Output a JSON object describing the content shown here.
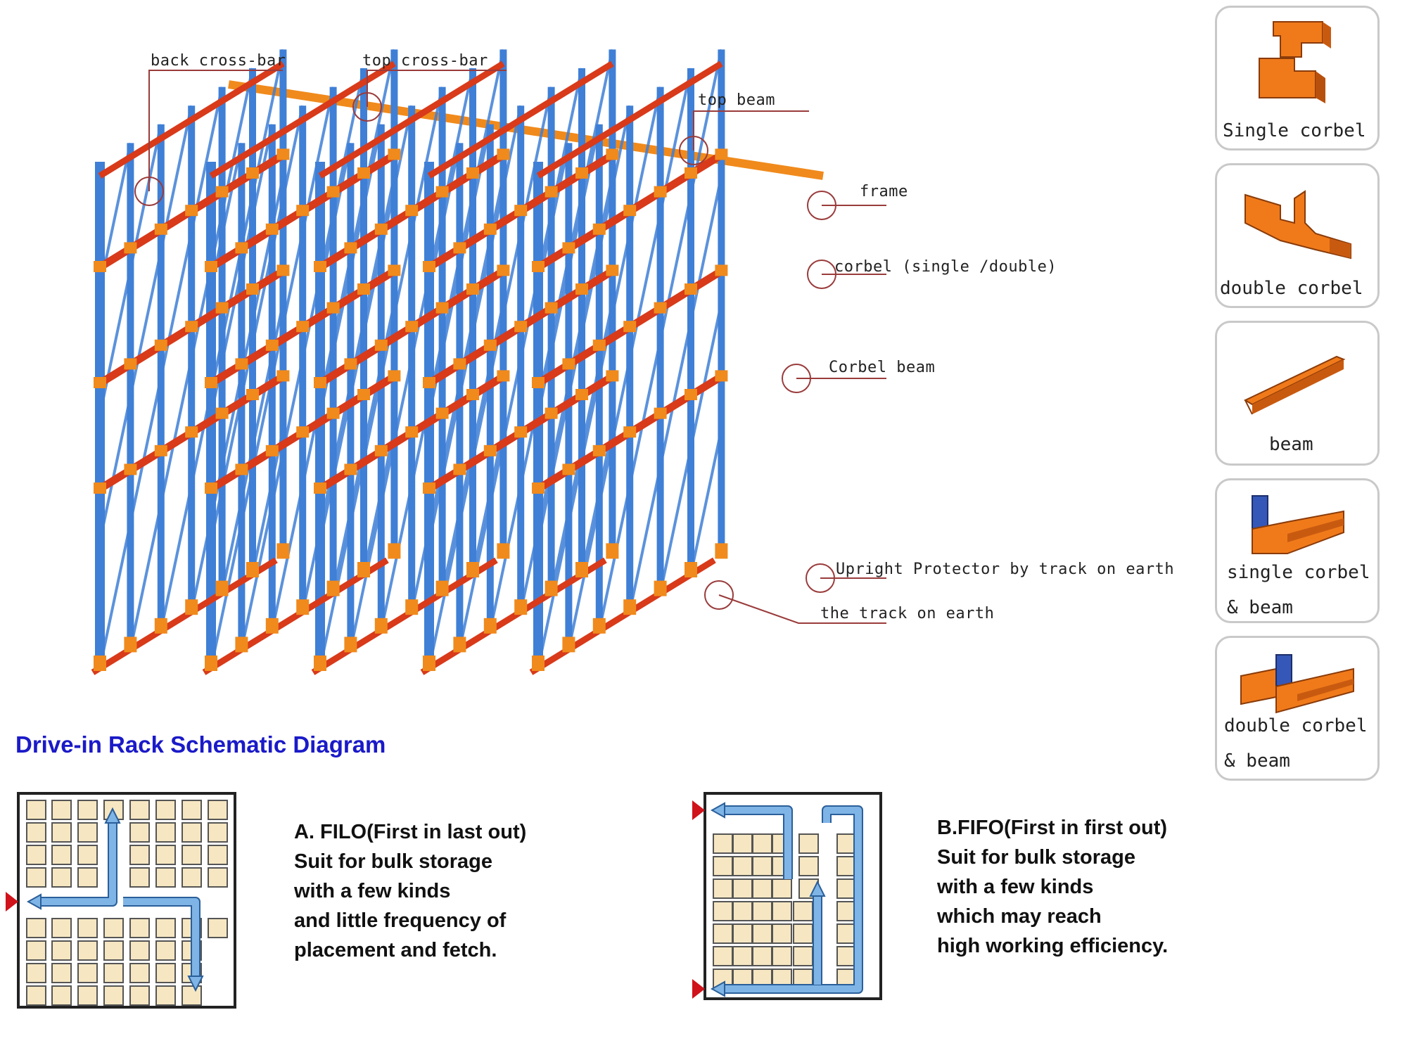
{
  "diagram": {
    "title": "Drive-in Rack Schematic Diagram",
    "callouts": {
      "back_cross_bar": "back cross-bar",
      "top_cross_bar": "top cross-bar",
      "top_beam": "top beam",
      "frame": "frame",
      "corbel": "corbel (single /double)",
      "corbel_beam": "Corbel beam",
      "upright_protector": "Upright Protector by track on earth",
      "track_on_earth": "the track on earth"
    },
    "parts": [
      {
        "line1": "Single corbel",
        "line2": "",
        "icon": "single-corbel-icon"
      },
      {
        "line1": "double corbel",
        "line2": "",
        "icon": "double-corbel-icon"
      },
      {
        "line1": "beam",
        "line2": "",
        "icon": "beam-icon"
      },
      {
        "line1": "single corbel",
        "line2": "& beam",
        "icon": "single-corbel-beam-icon"
      },
      {
        "line1": "double corbel",
        "line2": "& beam",
        "icon": "double-corbel-beam-icon"
      }
    ],
    "filo": {
      "lines": [
        "A. FILO(First in last out)",
        "Suit for bulk storage",
        "with a few kinds",
        "and little frequency of",
        "placement and fetch."
      ]
    },
    "fifo": {
      "lines": [
        "B.FIFO(First in first out)",
        "Suit for bulk storage",
        "with a few kinds",
        "which may reach",
        "high working efficiency."
      ]
    },
    "colors": {
      "upright_blue": "#3f7fd6",
      "beam_red": "#d83a1a",
      "beam_orange": "#f08a1c",
      "pallet": "#f6e7c2",
      "arrow_blue": "#7fb4e6",
      "entry_red": "#d0121a",
      "title_blue": "#1a1ac8"
    }
  }
}
